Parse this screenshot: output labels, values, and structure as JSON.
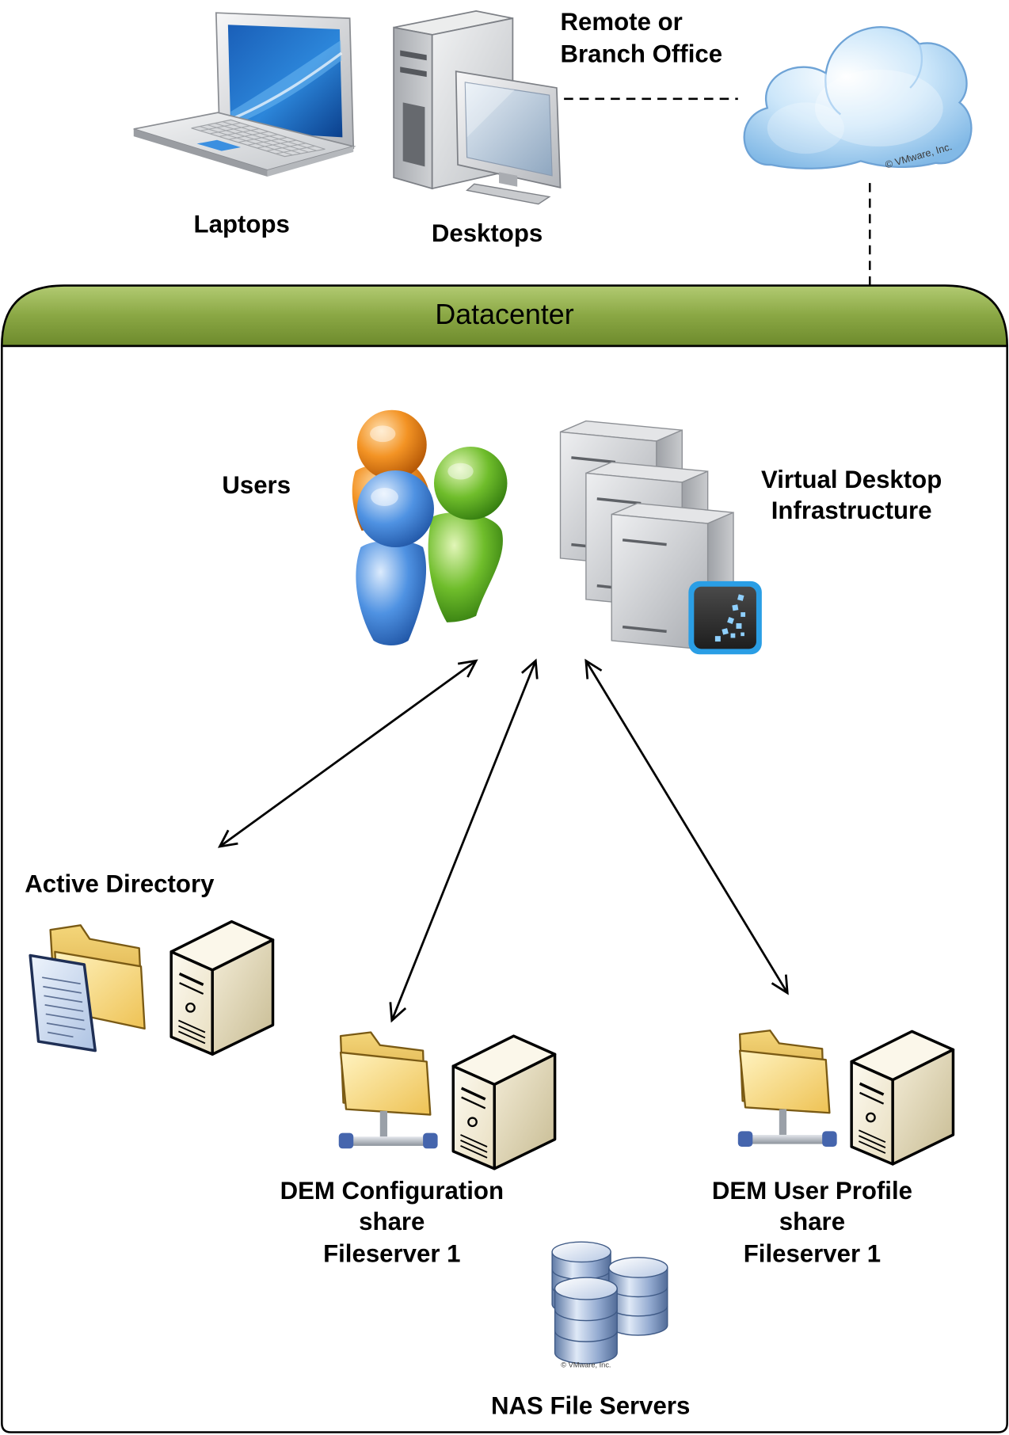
{
  "remote_office": {
    "line1": "Remote or",
    "line2": "Branch Office"
  },
  "endpoints": {
    "laptops_label": "Laptops",
    "desktops_label": "Desktops"
  },
  "cloud": {
    "watermark": "© VMware, Inc."
  },
  "datacenter": {
    "title": "Datacenter"
  },
  "users": {
    "label": "Users"
  },
  "vdi": {
    "line1": "Virtual Desktop",
    "line2": "Infrastructure"
  },
  "active_directory": {
    "label": "Active Directory"
  },
  "dem_configuration": {
    "line1": "DEM Configuration",
    "line2": "share",
    "line3": "Fileserver 1"
  },
  "dem_user_profile": {
    "line1": "DEM User Profile",
    "line2": "share",
    "line3": "Fileserver 1"
  },
  "nas": {
    "label": "NAS File Servers",
    "watermark": "© VMware, Inc."
  },
  "colors": {
    "datacenter_header": "#86a33f",
    "outline": "#000000",
    "folder": "#f0c850",
    "server_beige": "#efe6cc",
    "cloud": "#bfe0f8"
  },
  "icons": {
    "laptop": "laptop-icon",
    "desktop": "desktop-icon",
    "cloud": "cloud-icon",
    "users": "users-icon",
    "vdi": "vdi-servers-icon",
    "directory": "document-folder-icon",
    "server": "server-icon",
    "network_share": "network-share-folder-icon",
    "nas": "database-icon"
  }
}
